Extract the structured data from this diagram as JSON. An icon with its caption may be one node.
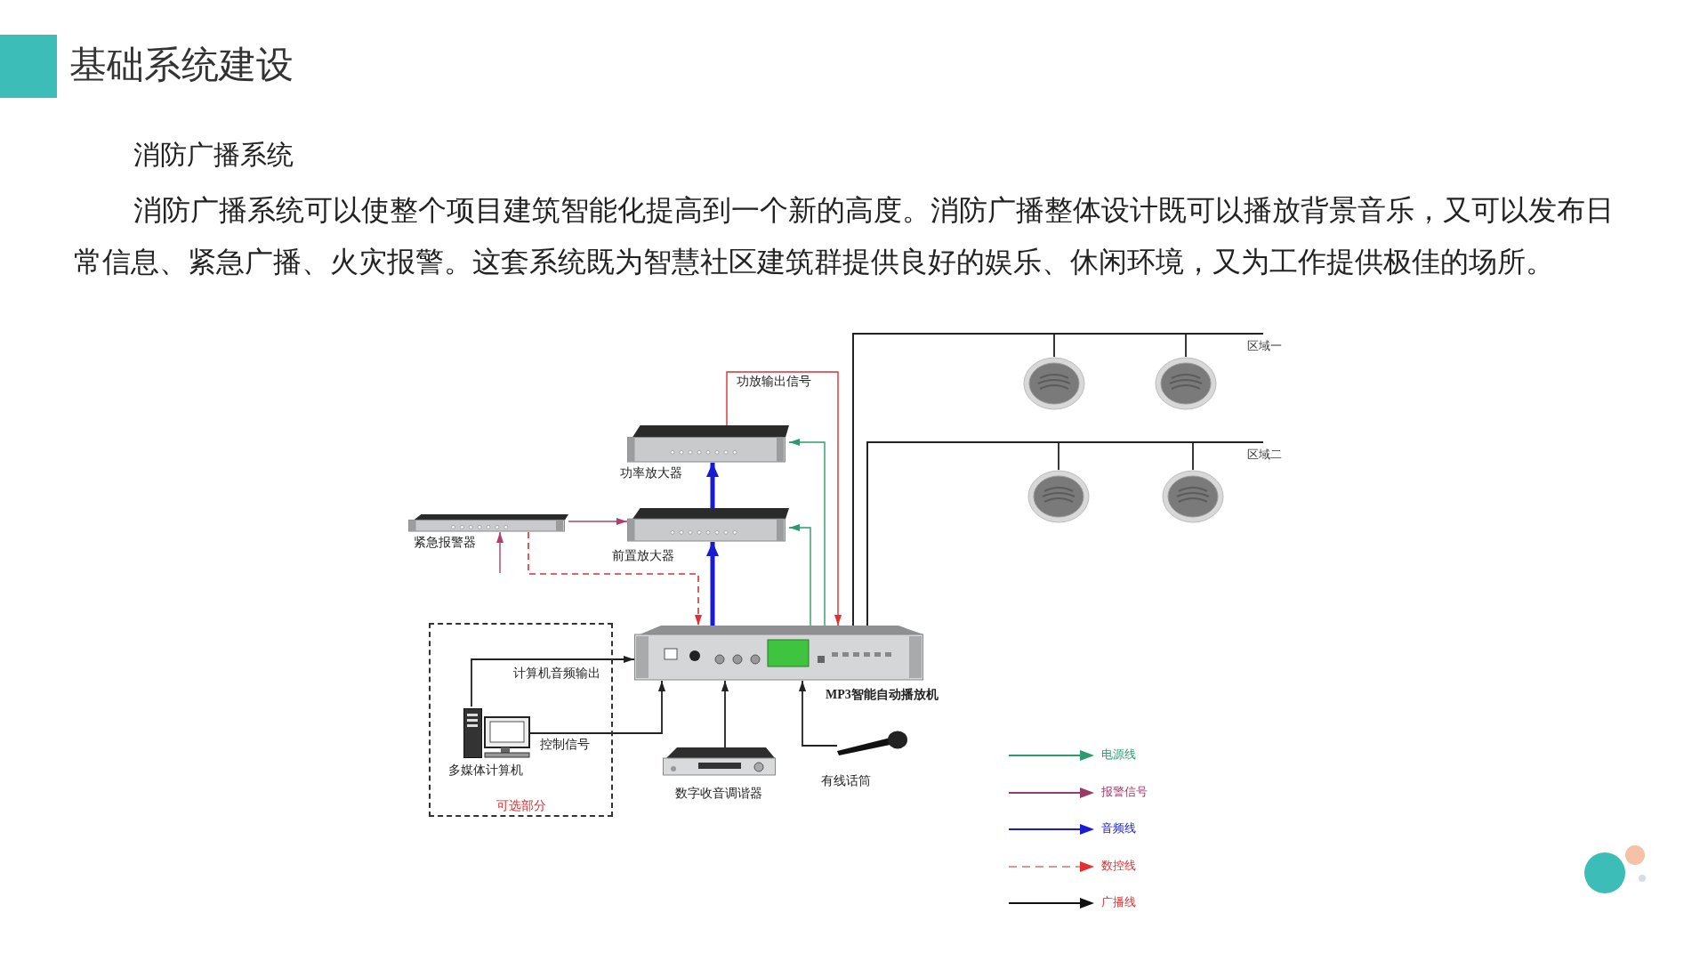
{
  "diagram": {
    "title": "基础系统建设",
    "nodes": [
      {
        "text": [
          "功率放大器"
        ]
      },
      {
        "text": [
          "紧急报警器"
        ]
      },
      {
        "text": [
          "前置放大器"
        ]
      },
      {
        "text": [
          "MP3智能自动播放机"
        ]
      },
      {
        "text": [
          "可选部分"
        ]
      },
      {
        "text": [
          "多媒体计算机"
        ],
        "in": 4
      },
      {
        "text": [
          "数字收音调谐器"
        ]
      },
      {
        "text": [
          "有线话筒"
        ]
      },
      {
        "text": [],
        "shape": "circle"
      },
      {
        "text": [],
        "shape": "circle"
      },
      {
        "text": [],
        "shape": "circle"
      },
      {
        "text": [],
        "shape": "circle"
      }
    ],
    "edges": [
      {
        "from": 1,
        "to": 2,
        "arrow": "to",
        "color": "#b0406e"
      },
      {
        "from": null,
        "to": 1,
        "arrow": "to",
        "color": "#b0406e"
      },
      {
        "from": 1,
        "to": 3,
        "arrow": "to",
        "style": "dashed",
        "color": "#e03030"
      },
      {
        "from": 2,
        "to": 0,
        "arrow": "to",
        "style": "thick",
        "color": "#1a1ad0"
      },
      {
        "from": 3,
        "to": 2,
        "arrow": "to",
        "style": "thick",
        "color": "#1a1ad0"
      },
      {
        "from": 3,
        "to": 0,
        "arrow": "to",
        "color": "#2e9a6e"
      },
      {
        "from": 3,
        "to": 2,
        "arrow": "to",
        "color": "#2e9a6e"
      },
      {
        "from": 0,
        "to": 3,
        "arrow": "to",
        "label": "功放输出信号",
        "color": "#e03030"
      },
      {
        "from": 3,
        "to": 8,
        "arrow": "none"
      },
      {
        "from": 3,
        "to": 9,
        "arrow": "none"
      },
      {
        "from": 3,
        "to": 10,
        "arrow": "none"
      },
      {
        "from": 3,
        "to": 11,
        "arrow": "none"
      },
      {
        "from": 5,
        "to": 3,
        "arrow": "to",
        "label": "计算机音频输出"
      },
      {
        "from": 5,
        "to": 3,
        "arrow": "to",
        "label": "控制信号"
      },
      {
        "from": 6,
        "to": 3,
        "arrow": "to"
      },
      {
        "from": 7,
        "to": 3,
        "arrow": "to"
      }
    ],
    "labels": [
      "消防广播系统",
      "消防广播系统可以使整个项目建筑智能化提高到一个新的高度。消防广播整体设计既可以播放背景音乐，又可以发布日常信息、紧急广播、火灾报警。这套系统既为智慧社区建筑群提供良好的娱乐、休闲环境，又为工作提供极佳的场所。",
      "区域一",
      "区域二"
    ],
    "legend": [
      {
        "text": "电源线"
      },
      {
        "text": "报警信号"
      },
      {
        "text": "音频线"
      },
      {
        "text": "数控线"
      },
      {
        "text": "广播线"
      }
    ]
  }
}
